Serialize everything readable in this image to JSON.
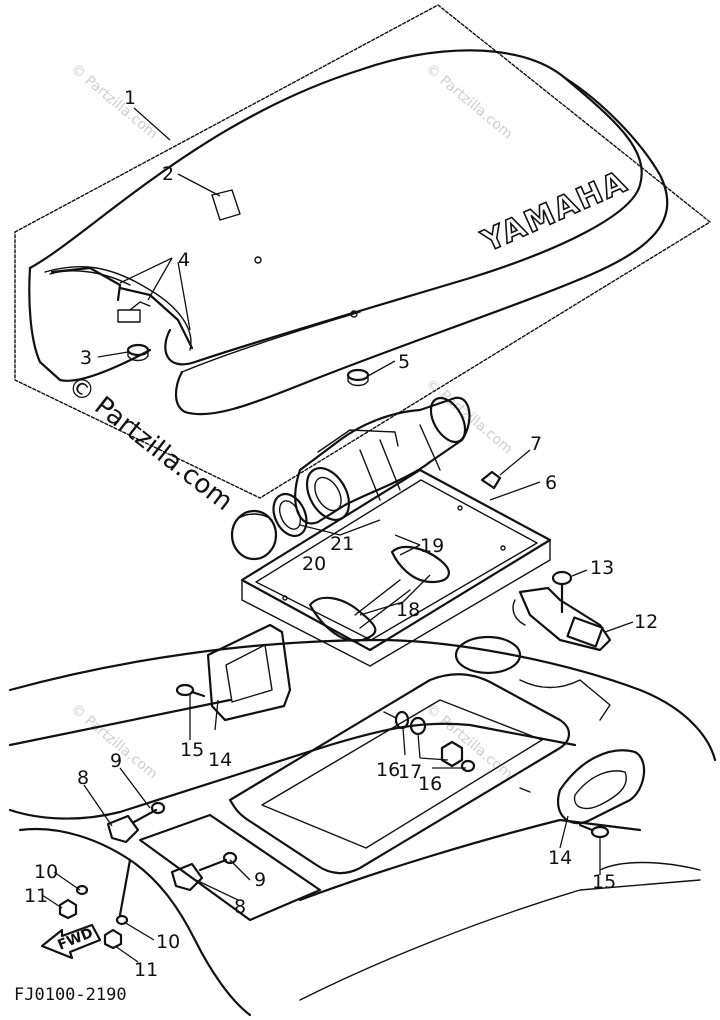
{
  "diagram": {
    "seat_brand": "YAMAHA",
    "figure_code": "FJ0100-2190",
    "direction_label": "FWD",
    "watermark": "© Partzilla.com",
    "watermark_small": "© Partzilla.com",
    "callouts": [
      "1",
      "2",
      "3",
      "4",
      "5",
      "6",
      "7",
      "8",
      "8",
      "9",
      "9",
      "10",
      "10",
      "11",
      "11",
      "12",
      "13",
      "14",
      "14",
      "15",
      "15",
      "16",
      "16",
      "17",
      "18",
      "19",
      "20",
      "21"
    ]
  }
}
